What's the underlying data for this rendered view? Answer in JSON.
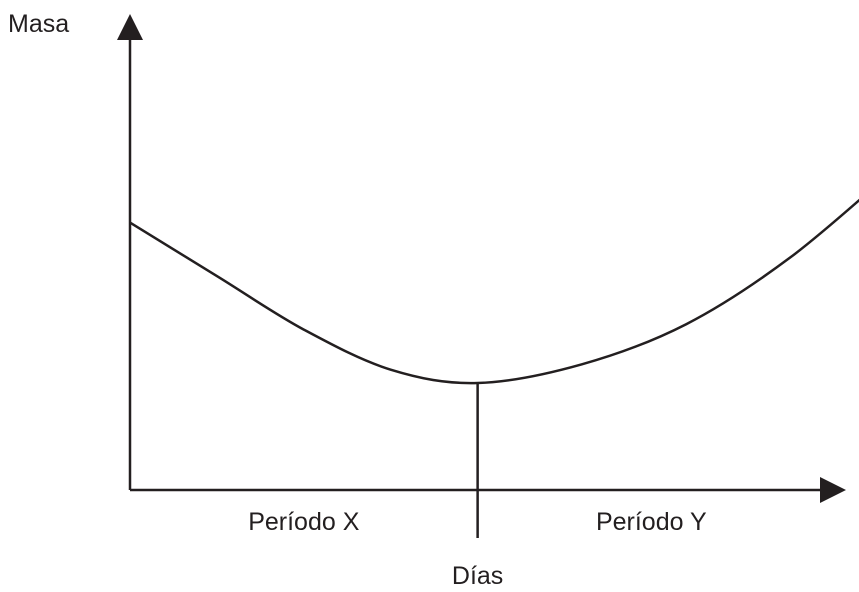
{
  "chart_data": {
    "type": "line",
    "title": "",
    "ylabel": "Masa",
    "xlabel": "Días",
    "x_axis_numeric": false,
    "y_axis_numeric": false,
    "grid": false,
    "regions": [
      {
        "label": "Período X",
        "range": [
          0,
          1
        ]
      },
      {
        "label": "Período Y",
        "range": [
          1,
          2.2
        ]
      }
    ],
    "divider_at": 1,
    "series": [
      {
        "x": [
          0,
          0.25,
          0.5,
          0.75,
          1.0,
          1.3,
          1.6,
          1.9,
          2.2
        ],
        "y": [
          1.0,
          0.8,
          0.6,
          0.45,
          0.4,
          0.47,
          0.62,
          0.87,
          1.2
        ]
      }
    ],
    "xlim": [
      0,
      2.1
    ],
    "ylim": [
      0,
      1.78
    ],
    "colors": {
      "ink": "#231f20",
      "background": "#ffffff"
    }
  }
}
